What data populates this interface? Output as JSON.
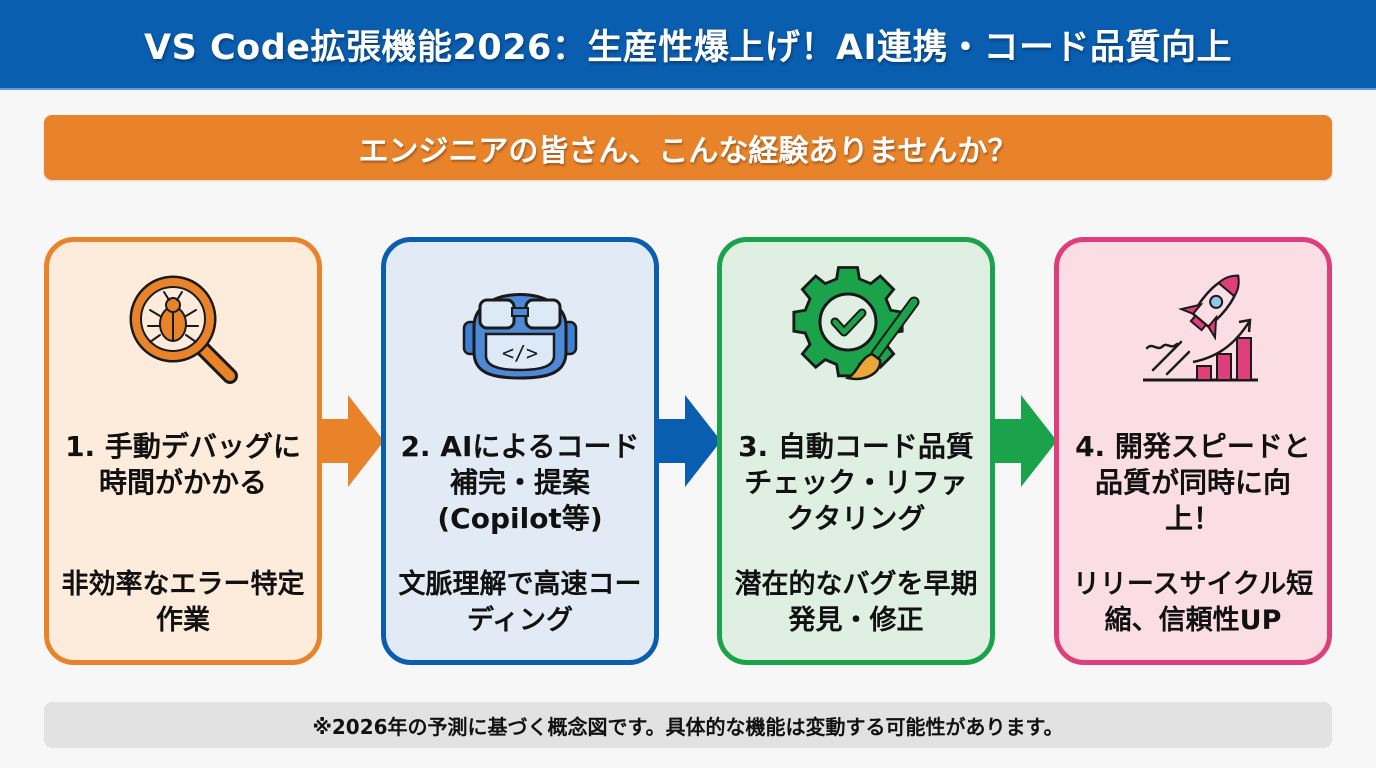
{
  "header": {
    "title": "VS Code拡張機能2026：生産性爆上げ！AI連携・コード品質向上",
    "background_color": "#0a5eb0"
  },
  "banner": {
    "text": "エンジニアの皆さん、こんな経験ありませんか？",
    "background_color": "#e8832a"
  },
  "steps": [
    {
      "number": 1,
      "icon": "magnifier-bug-icon",
      "title": "1. 手動デバッグに時間がかかる",
      "description": "非効率なエラー特定作業",
      "accent_color": "#e8832a",
      "background_color": "#fdebdc"
    },
    {
      "number": 2,
      "icon": "ai-robot-code-icon",
      "title": "2. AIによるコード補完・提案(Copilot等)",
      "description": "文脈理解で高速コーディング",
      "accent_color": "#0a5eb0",
      "background_color": "#e2ebf5"
    },
    {
      "number": 3,
      "icon": "gear-check-brush-icon",
      "title": "3. 自動コード品質チェック・リファクタリング",
      "description": "潜在的なバグを早期発見・修正",
      "accent_color": "#1aa34a",
      "background_color": "#dff0e3"
    },
    {
      "number": 4,
      "icon": "rocket-growth-chart-icon",
      "title": "4. 開発スピードと品質が同時に向上！",
      "description": "リリースサイクル短縮、信頼性UP",
      "accent_color": "#de3f7a",
      "background_color": "#fbdde6"
    }
  ],
  "arrows": [
    {
      "from": 1,
      "to": 2,
      "color": "#e8832a"
    },
    {
      "from": 2,
      "to": 3,
      "color": "#0a5eb0"
    },
    {
      "from": 3,
      "to": 4,
      "color": "#1aa34a"
    }
  ],
  "footer": {
    "note": "※2026年の予測に基づく概念図です。具体的な機能は変動する可能性があります。"
  }
}
